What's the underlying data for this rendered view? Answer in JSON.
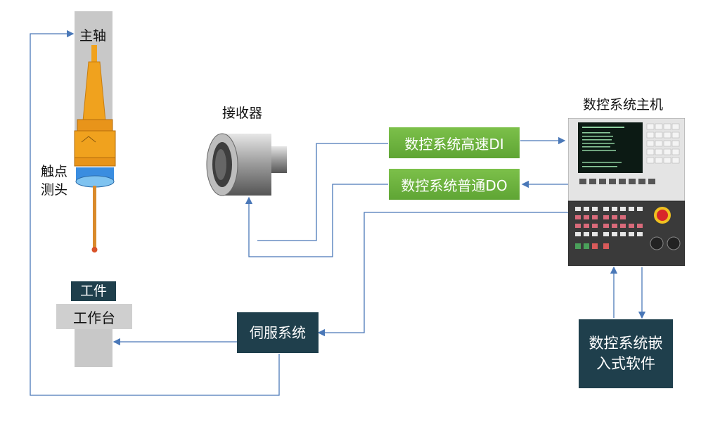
{
  "labels": {
    "spindle": "主轴",
    "probe": "触点\n测头",
    "receiver": "接收器",
    "cnc_host": "数控系统主机",
    "workpiece": "工件",
    "worktable": "工作台"
  },
  "boxes": {
    "di": "数控系统高速DI",
    "do": "数控系统普通DO",
    "servo": "伺服系统",
    "embedded": "数控系统嵌\n入式软件"
  },
  "colors": {
    "line": "#4a78b8",
    "green": "#6db33f",
    "dark": "#1f3f4c",
    "probe_orange": "#f0a21e"
  }
}
